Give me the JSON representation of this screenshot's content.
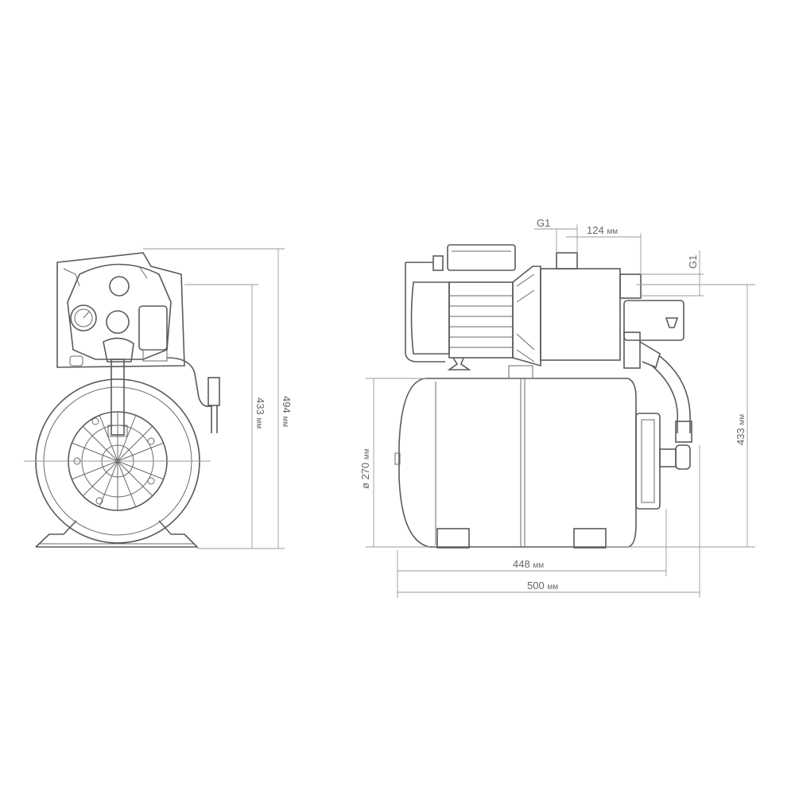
{
  "front_view": {
    "dim_total_height": {
      "value": "494",
      "unit": "мм"
    },
    "dim_outlet_height": {
      "value": "433",
      "unit": "мм"
    }
  },
  "side_view": {
    "inlet_thread": "G1",
    "outlet_offset": {
      "value": "124",
      "unit": "мм"
    },
    "outlet_thread": "G1",
    "tank_diameter": {
      "value": "ø 270",
      "unit": "мм"
    },
    "dim_outlet_height": {
      "value": "433",
      "unit": "мм"
    },
    "dim_tank_length": {
      "value": "448",
      "unit": "мм"
    },
    "dim_total_length": {
      "value": "500",
      "unit": "мм"
    }
  },
  "colors": {
    "line": "#5a5a5a",
    "dimension": "#9a9a9a",
    "text": "#666666"
  }
}
